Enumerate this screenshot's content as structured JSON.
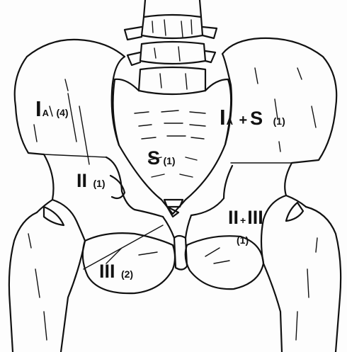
{
  "diagram": {
    "regions": [
      {
        "id": "ia-left",
        "main": "I",
        "sub": "A",
        "count": "(4)"
      },
      {
        "id": "ia-s-right",
        "main": "I",
        "sub": "A",
        "join": "+",
        "main2": "S",
        "count": "(1)"
      },
      {
        "id": "s-center",
        "main": "S",
        "count": "(1)"
      },
      {
        "id": "ii-left",
        "main": "II",
        "count": "(1)"
      },
      {
        "id": "ii-iii-right",
        "main": "II",
        "join": "+",
        "main2": "III",
        "count": "(1)"
      },
      {
        "id": "iii-left",
        "main": "III",
        "count": "(2)"
      }
    ]
  }
}
